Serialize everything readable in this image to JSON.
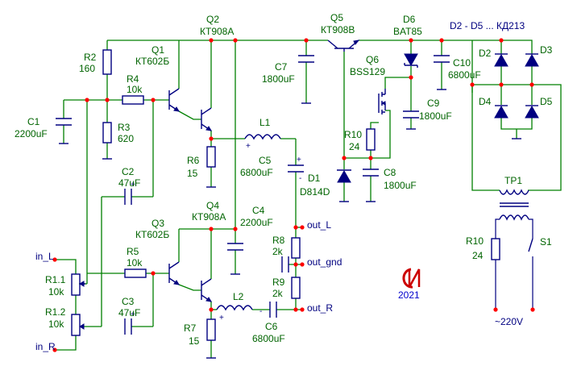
{
  "title": "D2 - D5 ... КД213",
  "components": {
    "r2": {
      "ref": "R2",
      "value": "160"
    },
    "r3": {
      "ref": "R3",
      "value": "620"
    },
    "r4": {
      "ref": "R4",
      "value": "10k"
    },
    "r5": {
      "ref": "R5",
      "value": "10k"
    },
    "r6": {
      "ref": "R6",
      "value": "15"
    },
    "r7": {
      "ref": "R7",
      "value": "15"
    },
    "r8": {
      "ref": "R8",
      "value": "2k"
    },
    "r9": {
      "ref": "R9",
      "value": "2k"
    },
    "r10a": {
      "ref": "R10",
      "value": "24"
    },
    "r10b": {
      "ref": "R10",
      "value": "24"
    },
    "r11": {
      "ref": "R1.1",
      "value": "10k"
    },
    "r12": {
      "ref": "R1.2",
      "value": "10k"
    },
    "c1": {
      "ref": "C1",
      "value": "2200uF"
    },
    "c2": {
      "ref": "C2",
      "value": "47uF"
    },
    "c3": {
      "ref": "C3",
      "value": "47uF"
    },
    "c4": {
      "ref": "C4",
      "value": "2200uF"
    },
    "c5": {
      "ref": "C5",
      "value": "6800uF"
    },
    "c6": {
      "ref": "C6",
      "value": "6800uF"
    },
    "c7": {
      "ref": "C7",
      "value": "1800uF"
    },
    "c8": {
      "ref": "C8",
      "value": "1800uF"
    },
    "c9": {
      "ref": "C9",
      "value": "1800uF"
    },
    "c10": {
      "ref": "C10",
      "value": "6800uF"
    },
    "q1": {
      "ref": "Q1",
      "value": "КТ602Б"
    },
    "q2": {
      "ref": "Q2",
      "value": "КТ908А"
    },
    "q3": {
      "ref": "Q3",
      "value": "КТ602Б"
    },
    "q4": {
      "ref": "Q4",
      "value": "КТ908А"
    },
    "q5": {
      "ref": "Q5",
      "value": "КТ908В"
    },
    "q6": {
      "ref": "Q6",
      "value": "BSS129"
    },
    "d1": {
      "ref": "D1",
      "value": "D814D"
    },
    "d6": {
      "ref": "D6",
      "value": "BAT85"
    },
    "d2": {
      "ref": "D2"
    },
    "d3": {
      "ref": "D3"
    },
    "d4": {
      "ref": "D4"
    },
    "d5": {
      "ref": "D5"
    },
    "l1": {
      "ref": "L1"
    },
    "l2": {
      "ref": "L2"
    },
    "tp1": {
      "ref": "TP1"
    },
    "s1": {
      "ref": "S1"
    }
  },
  "ports": {
    "in_l": "in_L",
    "in_r": "in_R",
    "out_l": "out_L",
    "out_gnd": "out_gnd",
    "out_r": "out_R",
    "mains": "~220V"
  },
  "polarity": {
    "plus": "+",
    "minus": "-"
  },
  "logo": {
    "year": "2021"
  },
  "colors": {
    "wire": "#008000",
    "device": "#000080",
    "node": "#ff0000",
    "label": "#006400",
    "logo": "#cc0000"
  }
}
